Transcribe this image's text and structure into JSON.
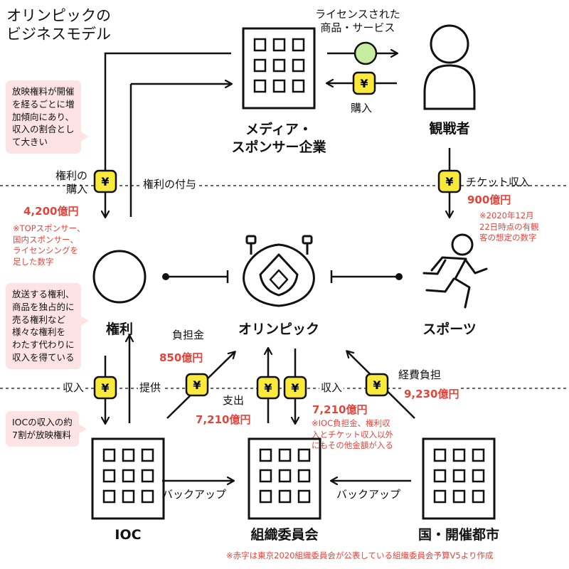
{
  "title_lines": [
    "オリンピックの",
    "ビジネスモデル"
  ],
  "nodes": {
    "media": [
      "メディア・",
      "スポンサー企業"
    ],
    "viewer": "観戦者",
    "rights": "権利",
    "olympic": "オリンピック",
    "sports": "スポーツ",
    "ioc": "IOC",
    "committee": "組織委員会",
    "city": "国・開催都市"
  },
  "labels": {
    "licensed_goods": [
      "ライセンスされた",
      "商品・サービス"
    ],
    "purchase": "購入",
    "rights_purchase": [
      "権利の",
      "購入"
    ],
    "rights_grant": "権利の付与",
    "ticket_income": "チケット収入",
    "burden": "負担金",
    "provide": "提供",
    "income_left": "収入",
    "expense": "支出",
    "income_right": "収入",
    "expense_burden": "経費負担",
    "backup_left": "バックアップ",
    "backup_right": "バックアップ"
  },
  "amounts": {
    "rights_purchase": "4,200億円",
    "ticket": "900億円",
    "burden": "850億円",
    "expense": "7,210億円",
    "income": "7,210億円",
    "expense_burden": "9,230億円"
  },
  "notes": {
    "top_sponsor": "※TOPスポンサー、\n国内スポンサー、\nライセンシングを\n足した数字",
    "ticket": "※2020年12月\n22日時点の有観\n客の想定の数字",
    "ioc_burden": "※IOC負担金、権利収\n入とチケット収入以外\nにもその他金額が入る"
  },
  "bubbles": {
    "broadcast_fee": "放映権料が開催\nを経るごとに増\n加傾向にあり、\n収入の割合とし\nて大きい",
    "rights_explain": "放送する権利、\n商品を独占的に\n売る権利など\n様々な権利を\nわたす代わりに\n収入を得ている",
    "ioc_income": "IOCの収入の約\n7割が放映権料"
  },
  "yen_symbol": "¥",
  "footer": "※赤字は東京2020組織委員会が公表している組織委員会予算V5より作成",
  "colors": {
    "red": "#e2453c",
    "yen_fill": "#f9e93a",
    "goods_fill": "#c8eda1",
    "bubble_fill": "#fde3e3"
  },
  "icons": [
    "building-icon",
    "person-icon",
    "runner-icon",
    "stadium-icon",
    "yen-coin-icon",
    "goods-circle-icon",
    "rights-circle-icon"
  ]
}
